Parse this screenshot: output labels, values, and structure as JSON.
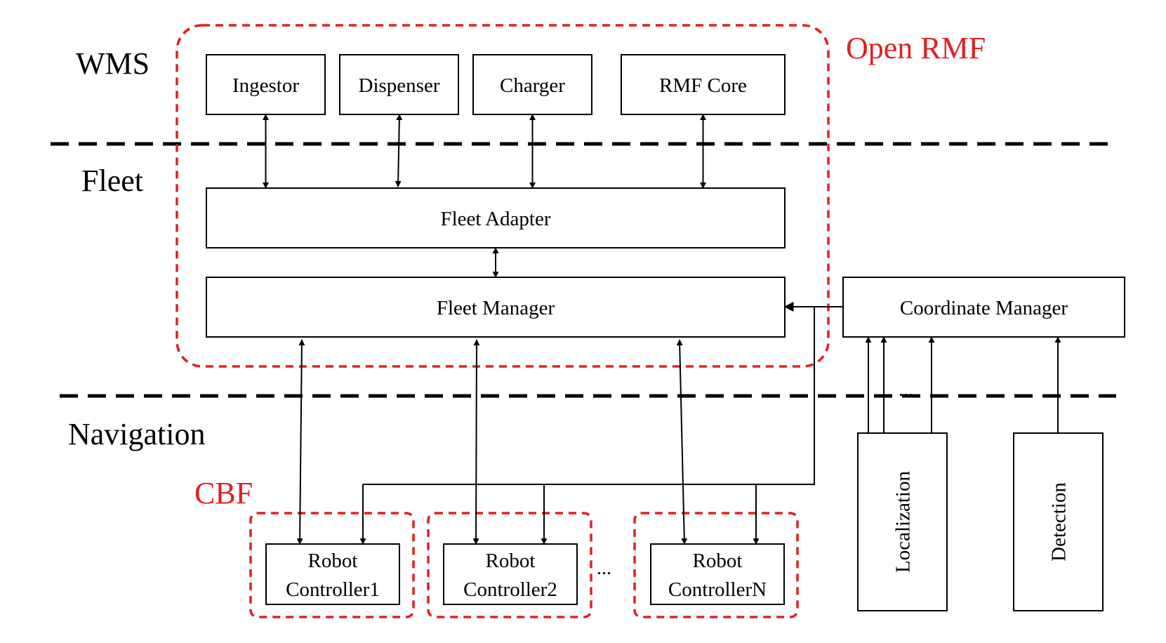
{
  "layers": {
    "wms": "WMS",
    "fleet": "Fleet",
    "navigation": "Navigation"
  },
  "groups": {
    "open_rmf": "Open RMF",
    "cbf": "CBF"
  },
  "wms_modules": {
    "ingestor": "Ingestor",
    "dispenser": "Dispenser",
    "charger": "Charger",
    "rmf_core": "RMF Core"
  },
  "fleet_adapter": "Fleet Adapter",
  "fleet_manager": "Fleet Manager",
  "coordinate_manager": "Coordinate Manager",
  "robot_controllers": [
    {
      "line1": "Robot",
      "line2": "Controller1"
    },
    {
      "line1": "Robot",
      "line2": "Controller2"
    },
    {
      "line1": "Robot",
      "line2": "ControllerN"
    }
  ],
  "sensors": {
    "localization": "Localization",
    "detection": "Detection"
  },
  "ellipsis": "..."
}
